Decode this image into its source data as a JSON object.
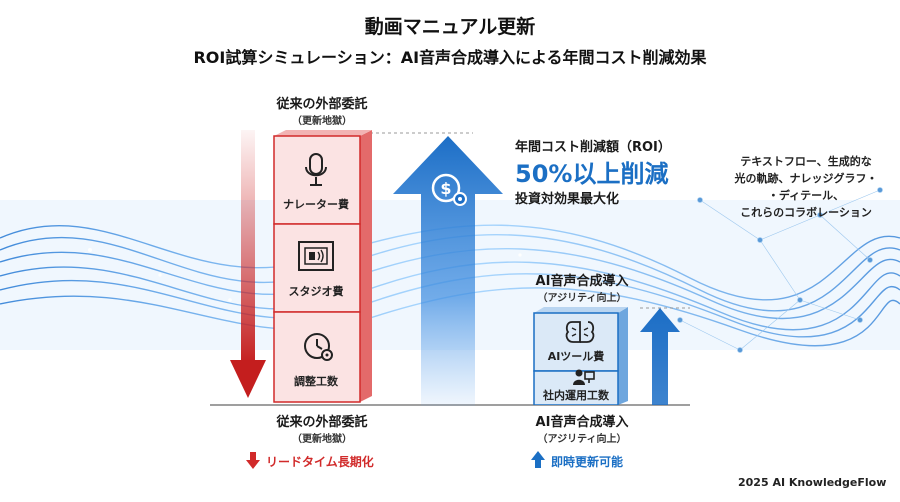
{
  "header": {
    "title": "動画マニュアル更新",
    "subtitle": "ROI試算シミュレーション：AI音声合成導入による年間コスト削減効果"
  },
  "left": {
    "top_label": "従来の外部委託",
    "top_sub": "（更新地獄）",
    "cards": [
      {
        "label": "ナレーター費",
        "icon": "microphone-icon"
      },
      {
        "label": "スタジオ費",
        "icon": "studio-icon"
      },
      {
        "label": "調整工数",
        "icon": "clock-gear-icon"
      }
    ],
    "bottom_label": "従来の外部委託",
    "bottom_sub": "（更新地獄）",
    "legend": "リードタイム長期化"
  },
  "roi": {
    "heading": "年間コスト削減額（ROI）",
    "big": "50%以上削減",
    "sub": "投資対効果最大化",
    "icon": "money-gear-icon"
  },
  "right": {
    "top_label": "AI音声合成導入",
    "top_sub": "（アジリティ向上）",
    "cards": [
      {
        "label": "AIツール費",
        "icon": "ai-brain-icon"
      },
      {
        "label": "社内運用工数",
        "icon": "person-computer-icon"
      }
    ],
    "bottom_label": "AI音声合成導入",
    "bottom_sub": "（アジリティ向上）",
    "legend": "即時更新可能"
  },
  "note": {
    "lines": [
      "テキストフロー、生成的な",
      "光の軌跡、ナレッジグラフ・",
      "・ディテール、",
      "これらのコラボレーション"
    ]
  },
  "footer": {
    "copyright": "2025 AI KnowledgeFlow"
  },
  "colors": {
    "red": "#d12a2a",
    "red_light": "#fbe3e3",
    "blue": "#1b6fc4",
    "blue_light": "#dbe9f7"
  }
}
